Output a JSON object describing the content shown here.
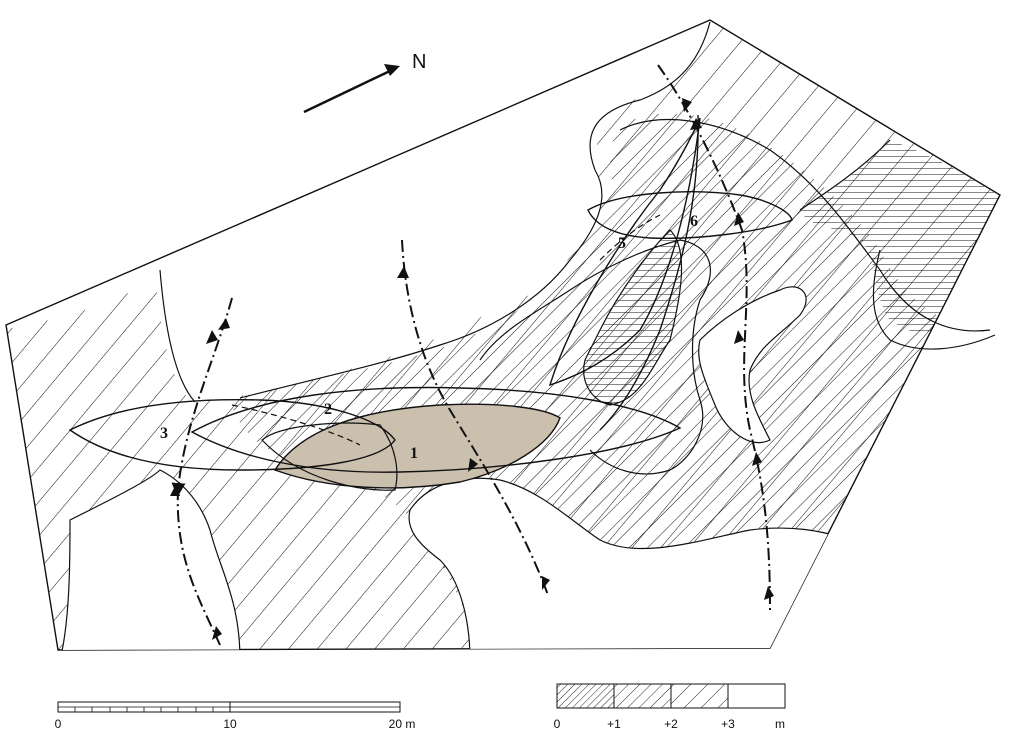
{
  "north": {
    "label": "N"
  },
  "features": [
    {
      "id": "1",
      "label": "1"
    },
    {
      "id": "2",
      "label": "2"
    },
    {
      "id": "3",
      "label": "3"
    },
    {
      "id": "5",
      "label": "5"
    },
    {
      "id": "6",
      "label": "6"
    }
  ],
  "scale_bar": {
    "ticks": [
      "0",
      "10",
      "20 m"
    ]
  },
  "elevation_legend": {
    "labels": [
      "0",
      "+1",
      "+2",
      "+3",
      "m"
    ]
  },
  "colors": {
    "ink": "#111111",
    "highlight_fill": "#cbbfae",
    "background": "#ffffff"
  }
}
